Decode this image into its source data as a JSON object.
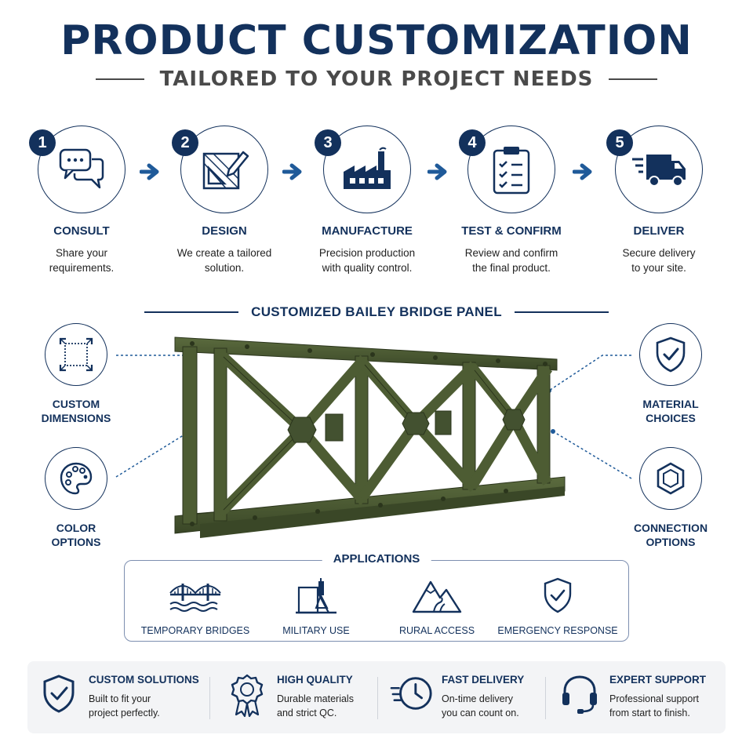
{
  "header": {
    "title": "PRODUCT CUSTOMIZATION",
    "subtitle": "TAILORED TO YOUR PROJECT NEEDS"
  },
  "steps": [
    {
      "number": "1",
      "label": "CONSULT",
      "line1": "Share your",
      "line2": "requirements.",
      "icon": "chat-bubbles-icon"
    },
    {
      "number": "2",
      "label": "DESIGN",
      "line1": "We create a tailored",
      "line2": "solution.",
      "icon": "blueprint-pencil-icon"
    },
    {
      "number": "3",
      "label": "MANUFACTURE",
      "line1": "Precision production",
      "line2": "with quality control.",
      "icon": "factory-icon"
    },
    {
      "number": "4",
      "label": "TEST & CONFIRM",
      "line1": "Review and confirm",
      "line2": "the final product.",
      "icon": "clipboard-checklist-icon"
    },
    {
      "number": "5",
      "label": "DELIVER",
      "line1": "Secure delivery",
      "line2": "to your site.",
      "icon": "truck-icon"
    }
  ],
  "section_title": "CUSTOMIZED BAILEY BRIDGE PANEL",
  "features": [
    {
      "line1": "CUSTOM",
      "line2": "DIMENSIONS",
      "icon": "dimensions-icon"
    },
    {
      "line1": "COLOR",
      "line2": "OPTIONS",
      "icon": "palette-icon"
    },
    {
      "line1": "MATERIAL",
      "line2": "CHOICES",
      "icon": "shield-check-icon"
    },
    {
      "line1": "CONNECTION",
      "line2": "OPTIONS",
      "icon": "hex-nut-icon"
    }
  ],
  "applications": {
    "title": "APPLICATIONS",
    "items": [
      {
        "label": "TEMPORARY BRIDGES",
        "icon": "bridge-icon"
      },
      {
        "label": "MILITARY USE",
        "icon": "military-icon"
      },
      {
        "label": "RURAL ACCESS",
        "icon": "mountain-road-icon"
      },
      {
        "label": "EMERGENCY RESPONSE",
        "icon": "shield-check-icon"
      }
    ]
  },
  "benefits": [
    {
      "title": "CUSTOM SOLUTIONS",
      "line1": "Built to fit your",
      "line2": "project perfectly.",
      "icon": "shield-check-icon"
    },
    {
      "title": "HIGH QUALITY",
      "line1": "Durable materials",
      "line2": "and strict QC.",
      "icon": "award-ribbon-icon"
    },
    {
      "title": "FAST DELIVERY",
      "line1": "On-time delivery",
      "line2": "you can count on.",
      "icon": "fast-clock-icon"
    },
    {
      "title": "EXPERT SUPPORT",
      "line1": "Professional support",
      "line2": "from start to finish.",
      "icon": "headset-icon"
    }
  ],
  "colors": {
    "navy": "#13315c",
    "bridge_green": "#4a5a32",
    "panel_gray": "#f3f4f6"
  }
}
